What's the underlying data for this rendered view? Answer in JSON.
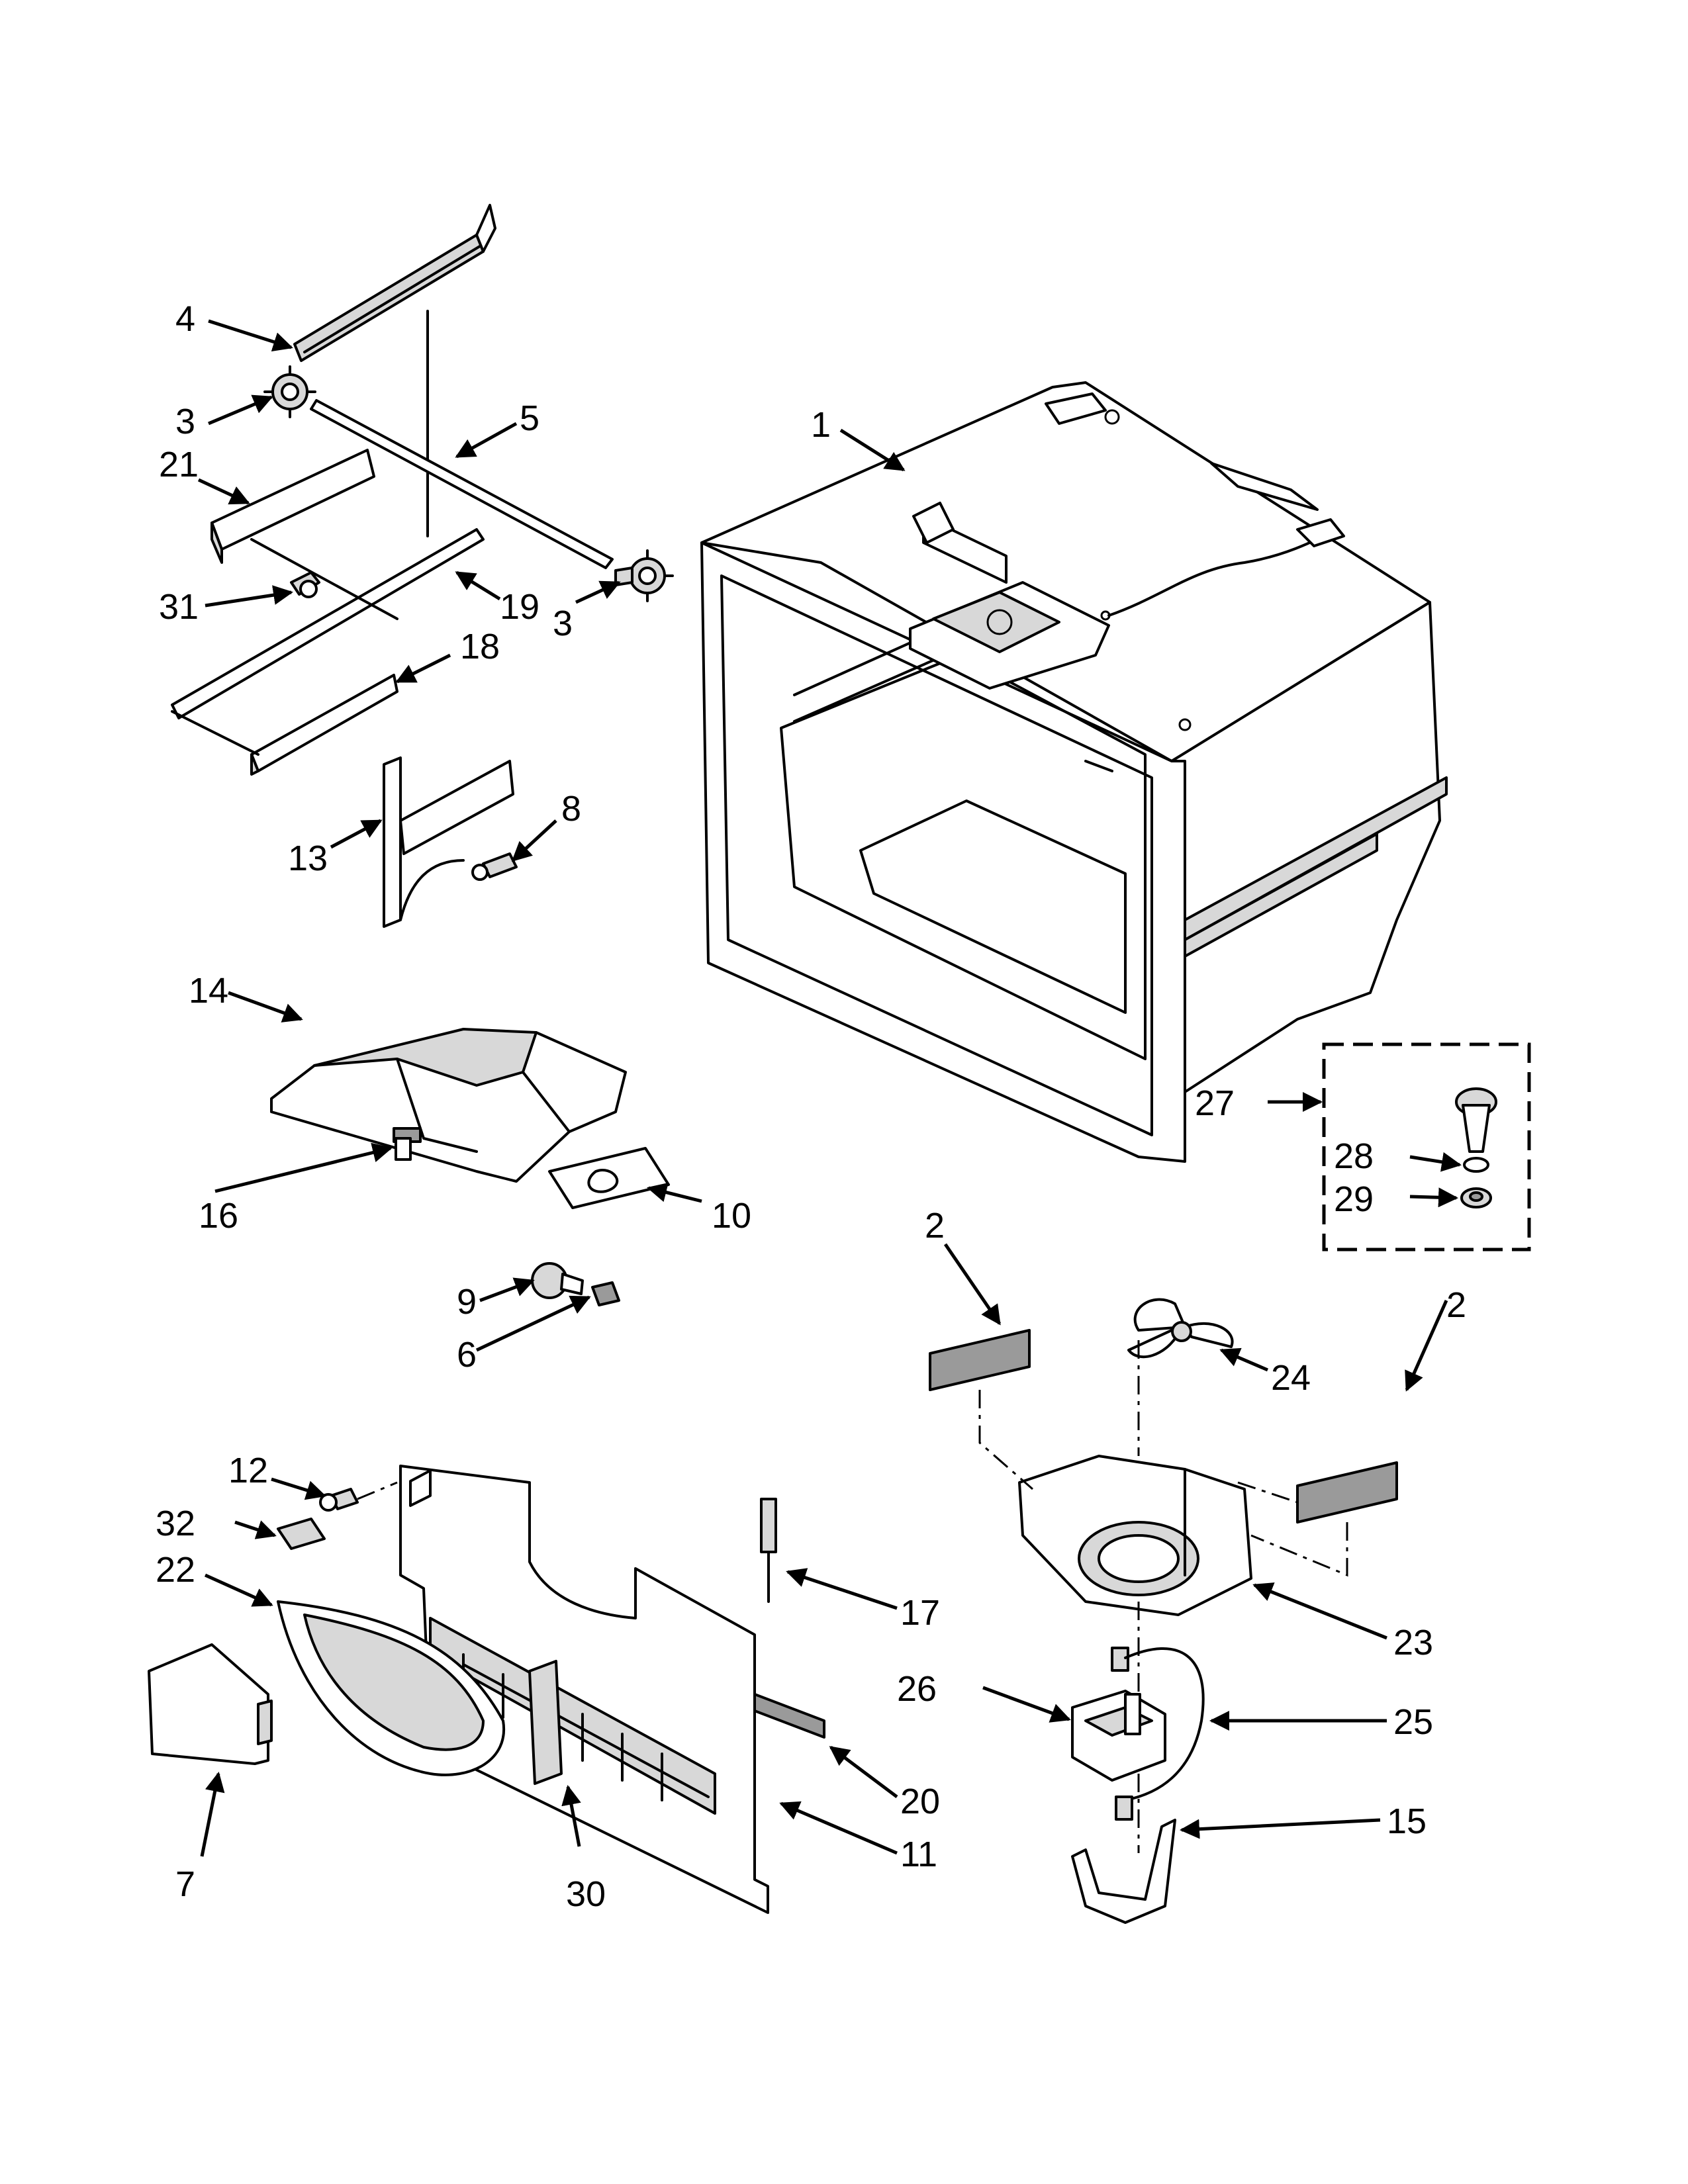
{
  "diagram": {
    "callouts": [
      {
        "id": "c1",
        "text": "1"
      },
      {
        "id": "c2a",
        "text": "2"
      },
      {
        "id": "c2b",
        "text": "2"
      },
      {
        "id": "c3a",
        "text": "3"
      },
      {
        "id": "c3b",
        "text": "3"
      },
      {
        "id": "c4",
        "text": "4"
      },
      {
        "id": "c5",
        "text": "5"
      },
      {
        "id": "c6",
        "text": "6"
      },
      {
        "id": "c7",
        "text": "7"
      },
      {
        "id": "c8",
        "text": "8"
      },
      {
        "id": "c9",
        "text": "9"
      },
      {
        "id": "c10",
        "text": "10"
      },
      {
        "id": "c11",
        "text": "11"
      },
      {
        "id": "c12",
        "text": "12"
      },
      {
        "id": "c13",
        "text": "13"
      },
      {
        "id": "c14",
        "text": "14"
      },
      {
        "id": "c15",
        "text": "15"
      },
      {
        "id": "c16",
        "text": "16"
      },
      {
        "id": "c17",
        "text": "17"
      },
      {
        "id": "c18",
        "text": "18"
      },
      {
        "id": "c19",
        "text": "19"
      },
      {
        "id": "c20",
        "text": "20"
      },
      {
        "id": "c21",
        "text": "21"
      },
      {
        "id": "c22",
        "text": "22"
      },
      {
        "id": "c23",
        "text": "23"
      },
      {
        "id": "c24",
        "text": "24"
      },
      {
        "id": "c25",
        "text": "25"
      },
      {
        "id": "c26",
        "text": "26"
      },
      {
        "id": "c27",
        "text": "27"
      },
      {
        "id": "c28",
        "text": "28"
      },
      {
        "id": "c29",
        "text": "29"
      },
      {
        "id": "c30",
        "text": "30"
      },
      {
        "id": "c31",
        "text": "31"
      },
      {
        "id": "c32",
        "text": "32"
      }
    ]
  }
}
